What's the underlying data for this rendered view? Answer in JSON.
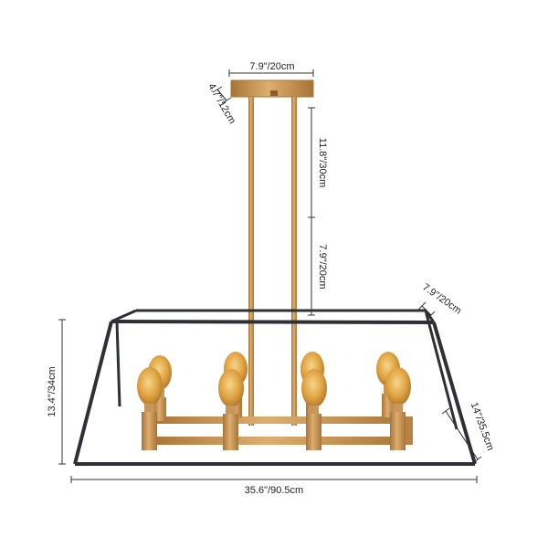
{
  "dimensions": {
    "canopy_width": "7.9\"/20cm",
    "canopy_depth": "4.7\"/12cm",
    "rod_length_upper": "11.8\"/30cm",
    "rod_length_lower": "7.9\"/20cm",
    "top_frame_depth": "7.9\"/20cm",
    "overall_height": "13.4\"/34cm",
    "bottom_frame_depth": "14\"/35.5cm",
    "overall_width": "35.6\"/90.5cm"
  },
  "colors": {
    "frame": "#2d3036",
    "brass": "#c89455",
    "brass_dark": "#a87436",
    "bulb": "#e0a443",
    "dimension_line": "#333333"
  }
}
